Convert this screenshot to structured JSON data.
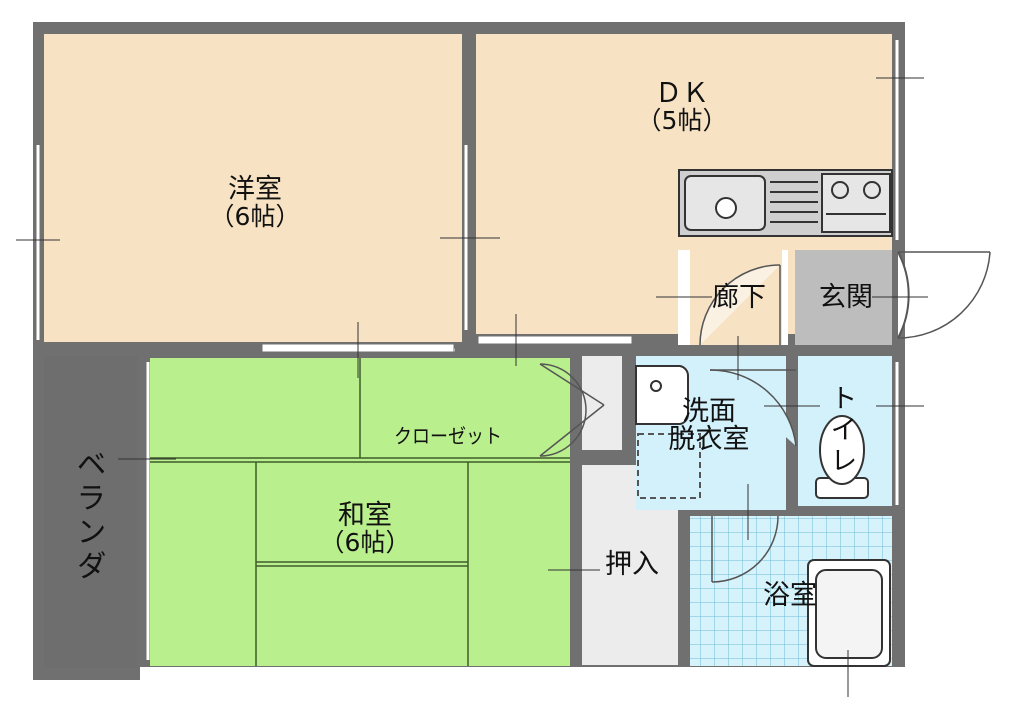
{
  "rooms": {
    "western": {
      "name": "洋室",
      "size": "（6帖）"
    },
    "dk": {
      "name": "ＤＫ",
      "size": "（5帖）"
    },
    "hallway": {
      "name": "廊下"
    },
    "entrance": {
      "name": "玄関"
    },
    "closet": {
      "name": "クローゼット"
    },
    "washroom": {
      "name_line1": "洗面",
      "name_line2": "脱衣室"
    },
    "toilet": {
      "name": "トイレ"
    },
    "japanese": {
      "name": "和室",
      "size": "（6帖）"
    },
    "storage": {
      "name": "押入"
    },
    "bath": {
      "name": "浴室"
    },
    "veranda": {
      "name": "ベランダ"
    }
  },
  "colors": {
    "wall": "#707070",
    "western_floor": "#f7e3c4",
    "tatami": "#b9ef8c",
    "water_area": "#d3f1fa",
    "entrance_floor": "#bdbdbd",
    "veranda_floor": "#6e6e6e",
    "storage_floor": "#ececec",
    "hallway_floor": "#ffffff",
    "bath_tile": "#9fd3e6"
  }
}
